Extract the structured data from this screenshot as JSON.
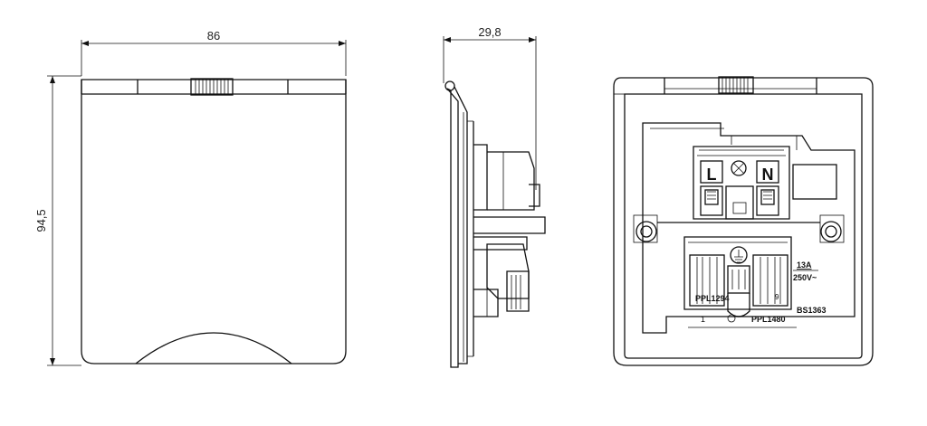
{
  "dimensions": {
    "width": "86",
    "height": "94,5",
    "depth": "29,8"
  },
  "socket_labels": {
    "live": "L",
    "neutral": "N",
    "rating_current": "13A",
    "rating_voltage": "250V~",
    "part_code_left": "PPL1294",
    "part_code_bottom": "PPL1480",
    "standard": "BS1363",
    "mark_one": "1",
    "mark_nine": "9"
  }
}
